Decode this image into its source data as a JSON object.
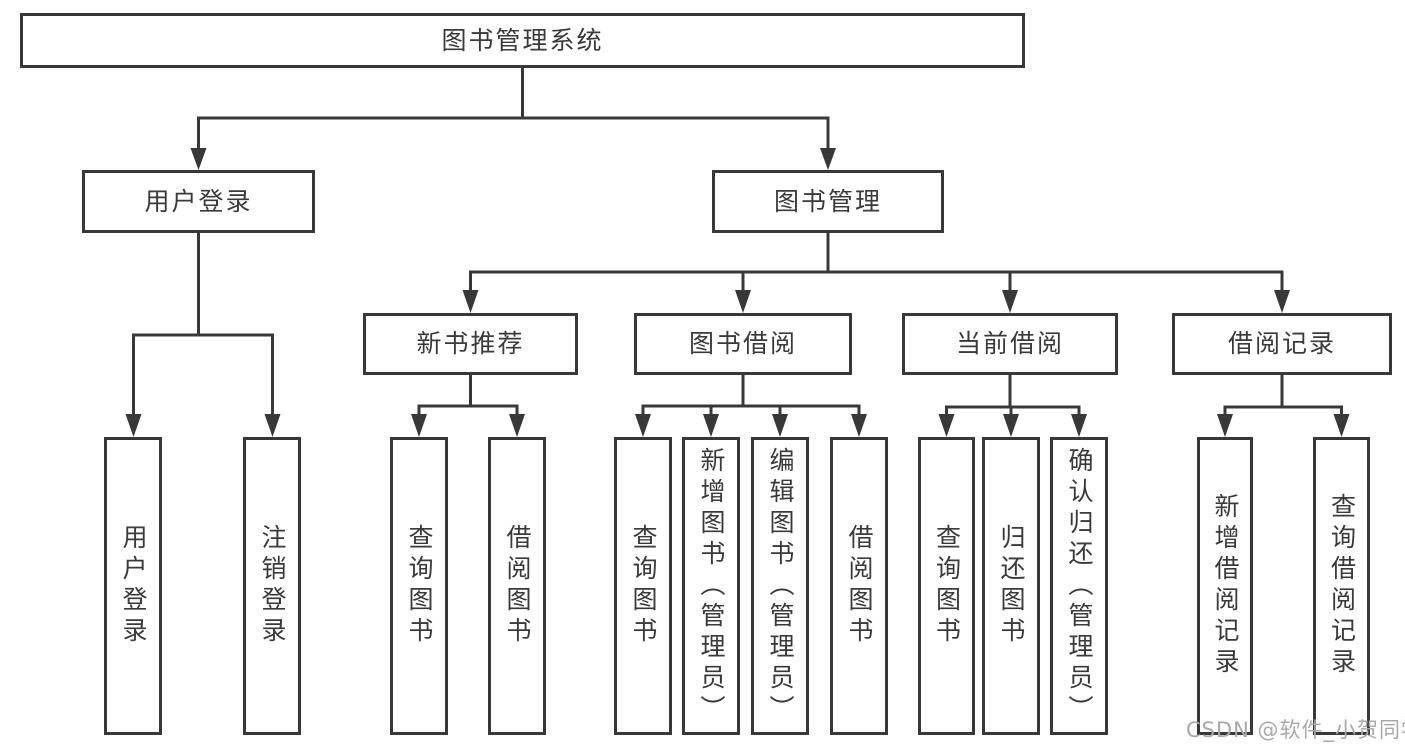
{
  "colors": {
    "line": "#383838",
    "node_border": "#383838",
    "node_text": "#3a3a3a",
    "background": "#ffffff",
    "watermark_text_color": "#a9a9a9"
  },
  "watermark": "CSDN @软件_小贺同学",
  "nodes": {
    "root": "图书管理系统",
    "level2": [
      "用户登录",
      "图书管理"
    ],
    "level3": [
      "新书推荐",
      "图书借阅",
      "当前借阅",
      "借阅记录"
    ],
    "leaves": {
      "login": [
        "用户登录",
        "注销登录"
      ],
      "recommend": [
        "查询图书",
        "借阅图书"
      ],
      "borrow": [
        "查询图书",
        "新增图书（管理员）",
        "编辑图书（管理员）",
        "借阅图书"
      ],
      "current": [
        "查询图书",
        "归还图书",
        "确认归还（管理员）"
      ],
      "records": [
        "新增借阅记录",
        "查询借阅记录"
      ]
    }
  }
}
